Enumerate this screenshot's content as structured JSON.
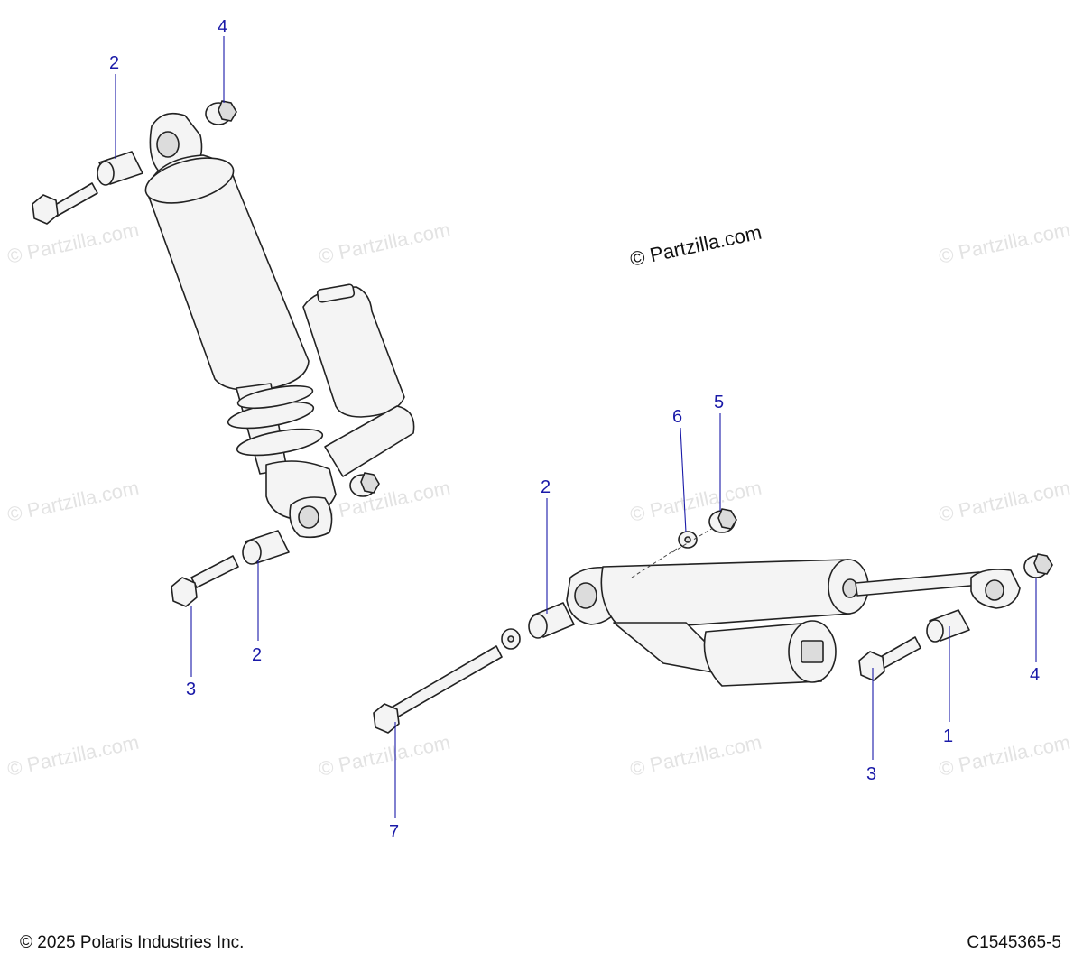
{
  "watermark": "© Partzilla.com",
  "brand": "© Partzilla.com",
  "footer": {
    "copyright": "© 2025 Polaris Industries Inc.",
    "diagram_code": "C1545365-5"
  },
  "callouts": {
    "upper_4": "4",
    "upper_2": "2",
    "left_3": "3",
    "left_2": "2",
    "mid_6": "6",
    "mid_5": "5",
    "mid_2": "2",
    "right_4": "4",
    "right_1": "1",
    "right_3": "3",
    "bottom_7": "7"
  }
}
